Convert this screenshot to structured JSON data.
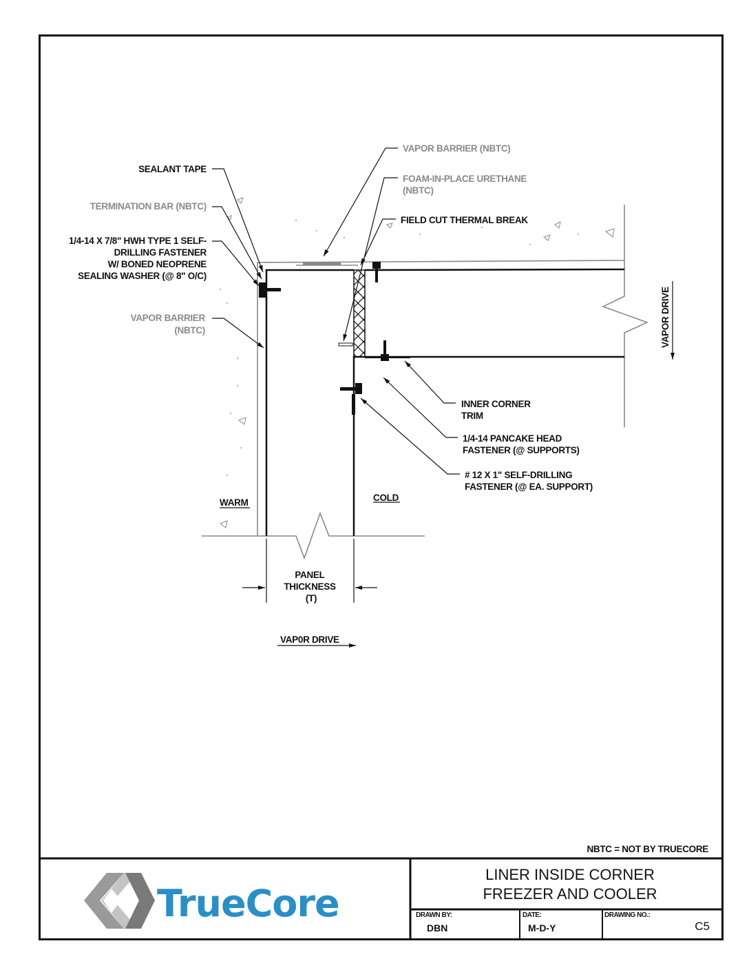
{
  "colors": {
    "accent": "#2a8fc6",
    "nbtc": "#8a8a8a",
    "line": "#111111"
  },
  "labels": {
    "vapor_barrier_top": "VAPOR BARRIER (NBTC)",
    "foam_1": "FOAM-IN-PLACE URETHANE",
    "foam_2": "(NBTC)",
    "thermal_break": "FIELD CUT THERMAL BREAK",
    "sealant_tape": "SEALANT TAPE",
    "termination_bar": "TERMINATION BAR (NBTC)",
    "fastener_1": "1/4-14 X 7/8\" HWH TYPE 1 SELF-",
    "fastener_2": "DRILLING FASTENER",
    "fastener_3": "W/ BONED NEOPRENE",
    "fastener_4": "SEALING WASHER (@ 8\" O/C)",
    "vapor_barrier_left_1": "VAPOR BARRIER",
    "vapor_barrier_left_2": "(NBTC)",
    "inner_trim_1": "INNER CORNER",
    "inner_trim_2": "TRIM",
    "pancake_1": "1/4-14 PANCAKE HEAD",
    "pancake_2": "FASTENER (@ SUPPORTS)",
    "selfdrill_1": "# 12 X 1\" SELF-DRILLING",
    "selfdrill_2": "FASTENER (@ EA. SUPPORT)",
    "warm": "WARM",
    "cold": "COLD",
    "panel_1": "PANEL",
    "panel_2": "THICKNESS",
    "panel_3": "(T)",
    "vapor_drive_h": "VAP0R DRIVE",
    "vapor_drive_v": "VAPOR DRIVE",
    "nbtc_note": "NBTC = NOT BY TRUECORE"
  },
  "title_block": {
    "logo_text": "TrueCore",
    "title_1": "LINER INSIDE CORNER",
    "title_2": "FREEZER AND COOLER",
    "drawn_by_label": "DRAWN BY:",
    "drawn_by": "DBN",
    "date_label": "DATE:",
    "date": "M-D-Y",
    "drawing_no_label": "DRAWING NO.:",
    "drawing_no": "C5"
  }
}
